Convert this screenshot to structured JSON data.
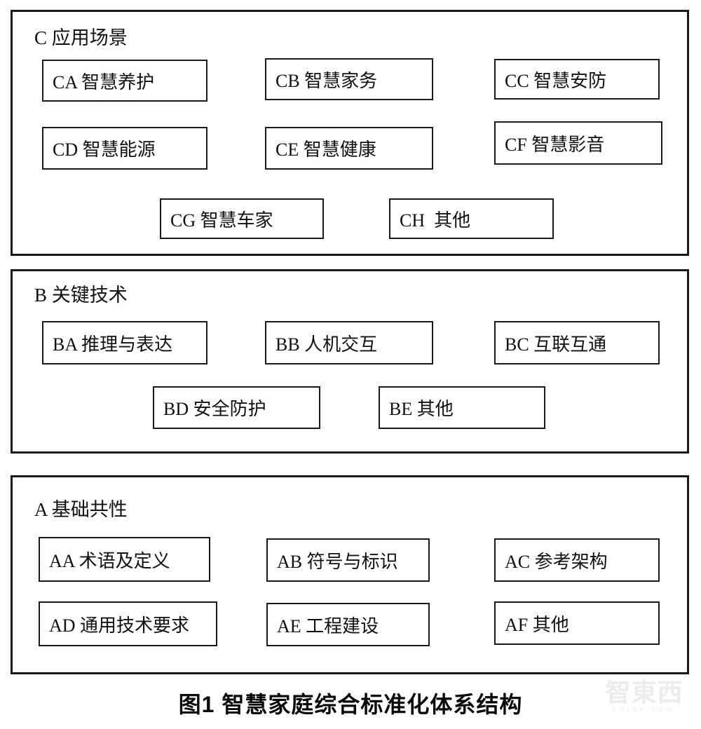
{
  "colors": {
    "border": "#1a1a1a",
    "text": "#111111",
    "background": "#ffffff",
    "watermark": "#ececec"
  },
  "sections": [
    {
      "id": "C",
      "title": "C 应用场景",
      "boxes": [
        {
          "code": "CA",
          "label": "CA 智慧养护"
        },
        {
          "code": "CB",
          "label": "CB 智慧家务"
        },
        {
          "code": "CC",
          "label": "CC 智慧安防"
        },
        {
          "code": "CD",
          "label": "CD 智慧能源"
        },
        {
          "code": "CE",
          "label": "CE 智慧健康"
        },
        {
          "code": "CF",
          "label": "CF 智慧影音"
        },
        {
          "code": "CG",
          "label": "CG 智慧车家"
        },
        {
          "code": "CH",
          "label": "CH  其他"
        }
      ]
    },
    {
      "id": "B",
      "title": "B 关键技术",
      "boxes": [
        {
          "code": "BA",
          "label": "BA 推理与表达"
        },
        {
          "code": "BB",
          "label": "BB 人机交互"
        },
        {
          "code": "BC",
          "label": "BC 互联互通"
        },
        {
          "code": "BD",
          "label": "BD 安全防护"
        },
        {
          "code": "BE",
          "label": "BE 其他"
        }
      ]
    },
    {
      "id": "A",
      "title": "A 基础共性",
      "boxes": [
        {
          "code": "AA",
          "label": "AA 术语及定义"
        },
        {
          "code": "AB",
          "label": "AB 符号与标识"
        },
        {
          "code": "AC",
          "label": "AC 参考架构"
        },
        {
          "code": "AD",
          "label": "AD 通用技术要求"
        },
        {
          "code": "AE",
          "label": "AE 工程建设"
        },
        {
          "code": "AF",
          "label": "AF 其他"
        }
      ]
    }
  ],
  "caption": "图1 智慧家庭综合标准化体系结构",
  "watermark": {
    "logo": "智東西",
    "site": "zhidx.com"
  }
}
